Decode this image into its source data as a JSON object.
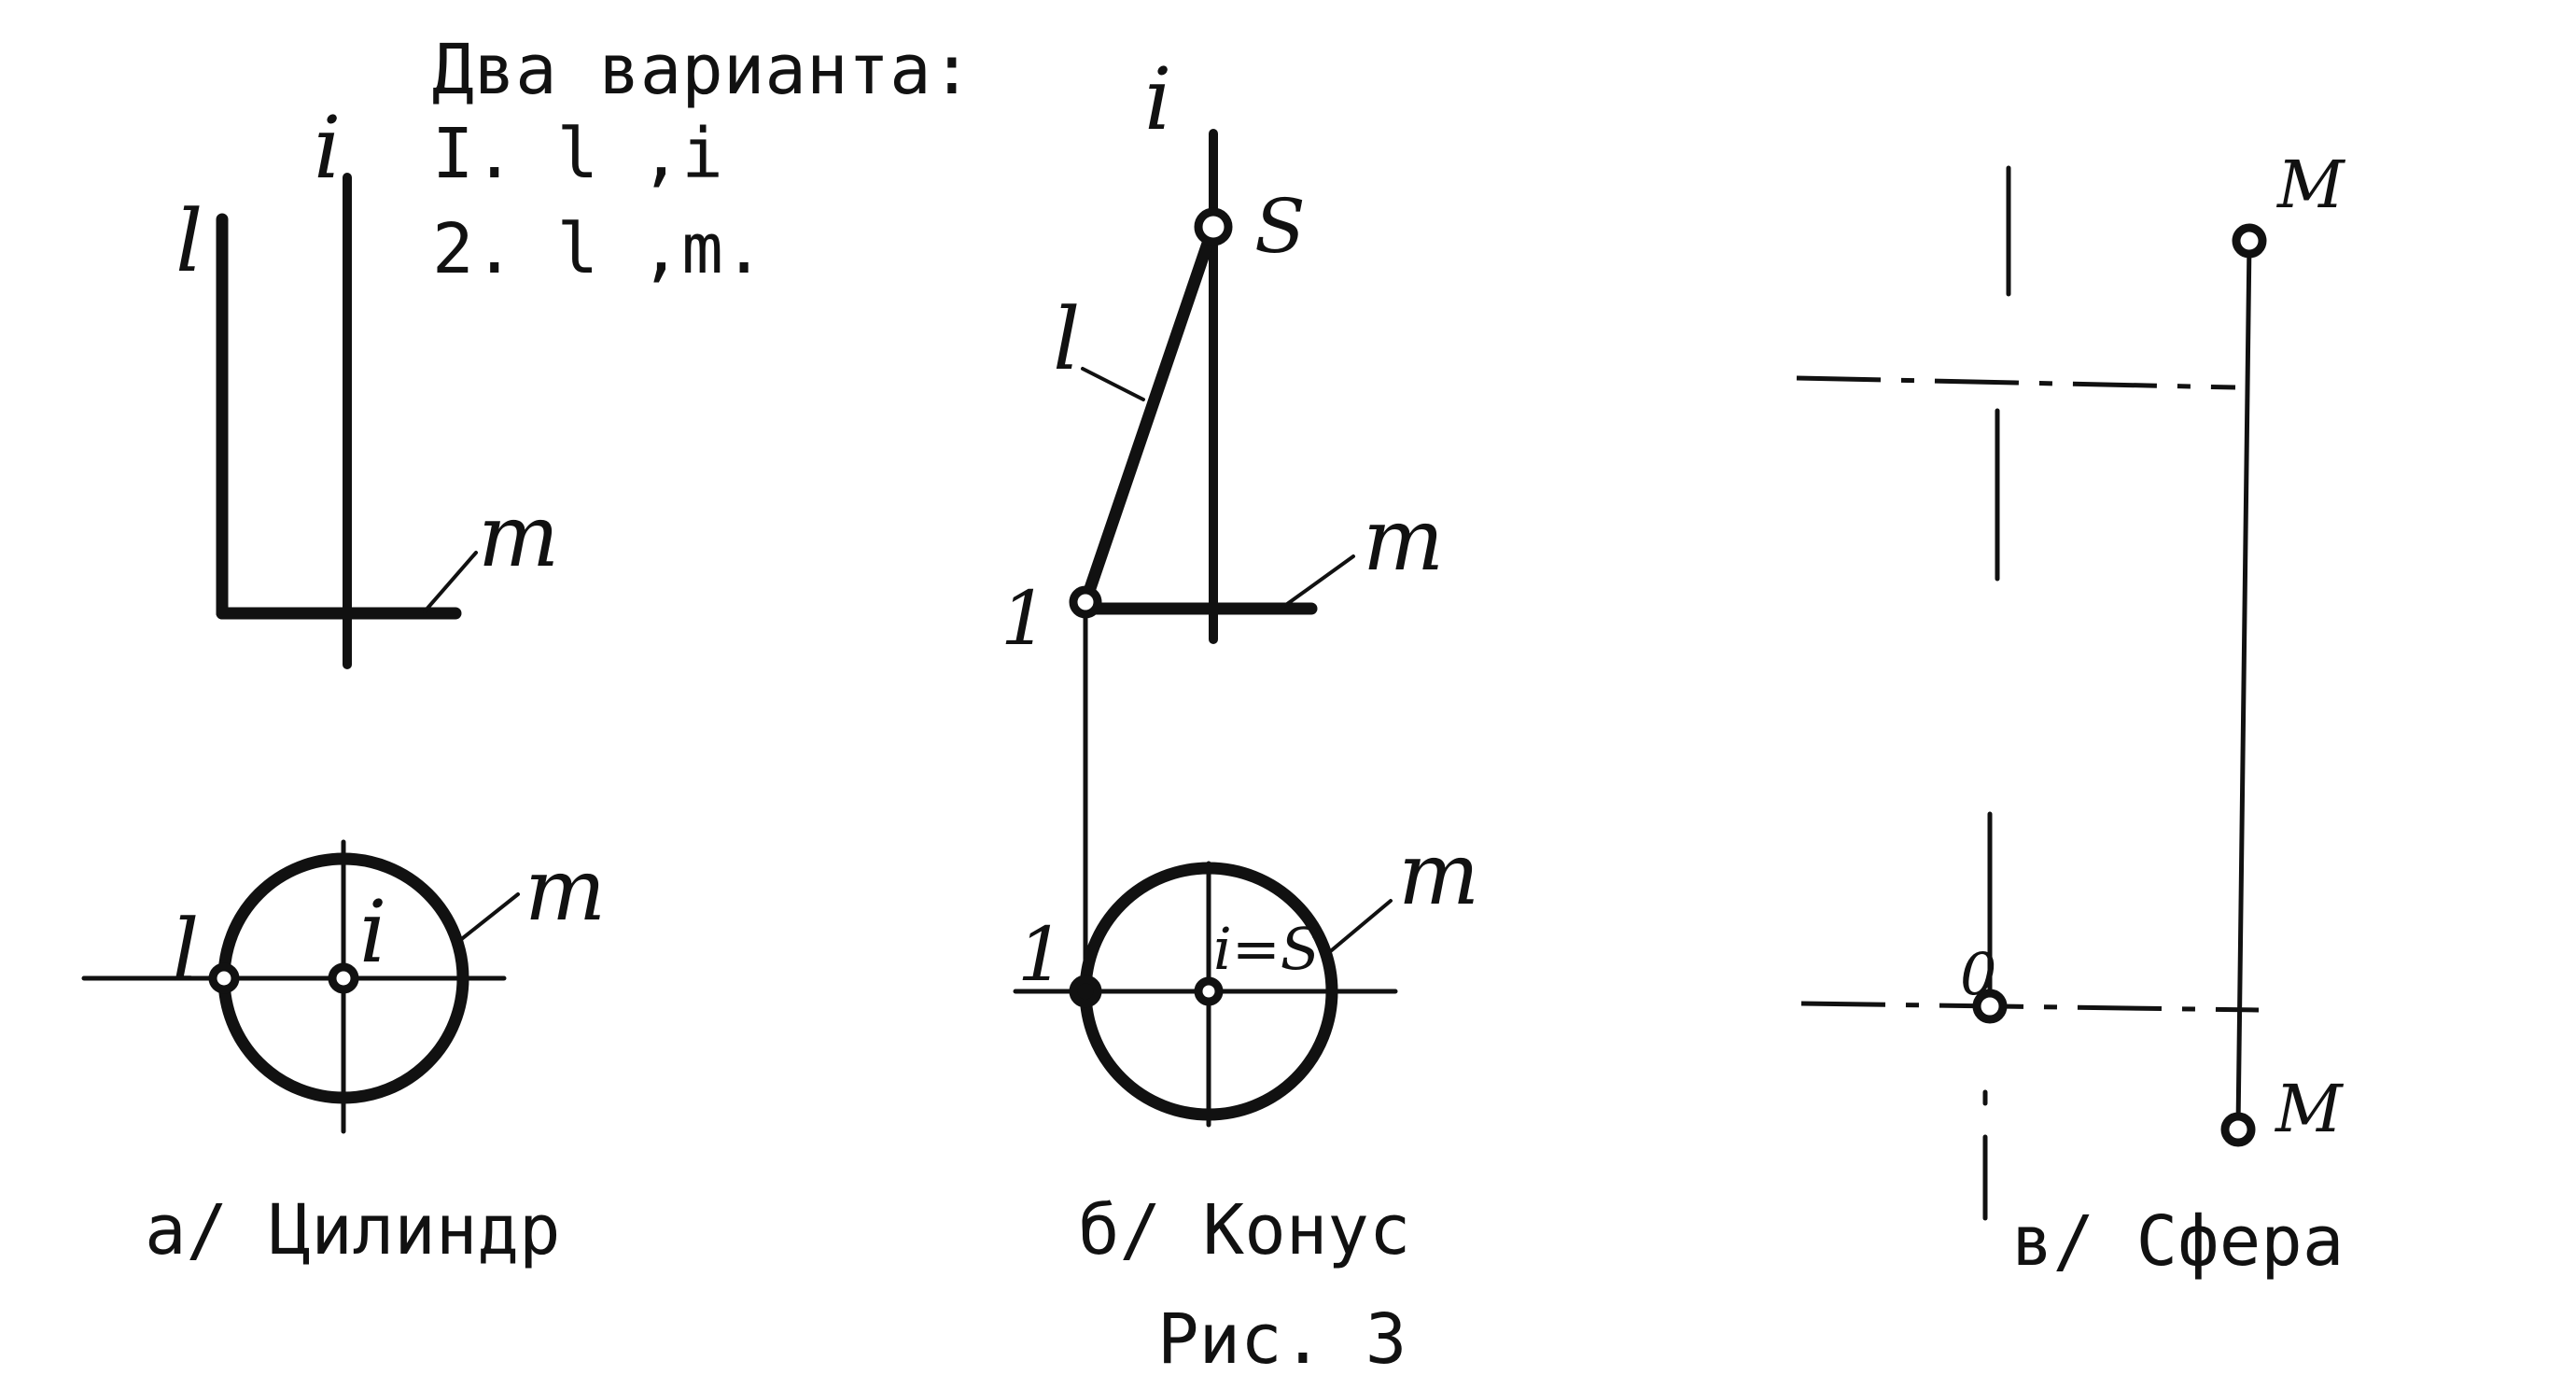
{
  "header": {
    "title": "Два варианта:",
    "variant1": "I.  l ,i",
    "variant2": "2.  l ,m."
  },
  "panel_a": {
    "caption": "а/ Цилиндр",
    "label_l": "l",
    "label_i": "i",
    "label_m": "m",
    "label_l_plan": "l",
    "label_i_plan": "i",
    "label_m_plan": "m"
  },
  "panel_b": {
    "caption": "б/ Конус",
    "label_i": "i",
    "label_S": "S",
    "label_l": "l",
    "label_m": "m",
    "label_1": "1",
    "label_1_plan": "1",
    "label_iS_plan": "i=S",
    "label_m_plan": "m"
  },
  "panel_c": {
    "caption": "в/ Сфера",
    "label_M_top": "M",
    "label_M_bottom": "M",
    "label_O": "0"
  },
  "figure_caption": "Рис. 3"
}
